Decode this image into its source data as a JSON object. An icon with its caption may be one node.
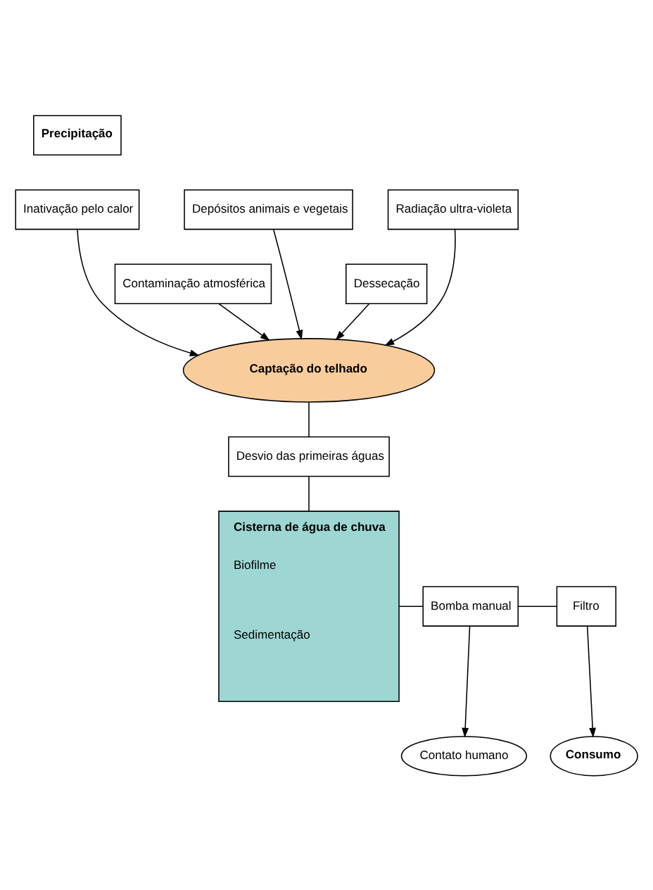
{
  "diagram": {
    "nodes": [
      {
        "text": [
          "Precipitação"
        ]
      },
      {
        "text": [
          "Depósitos animais e vegetais"
        ]
      },
      {
        "text": [
          "Inativação pelo calor"
        ]
      },
      {
        "text": [
          "Radiação ultra-violeta"
        ]
      },
      {
        "text": [
          "Contaminação atmosférica"
        ]
      },
      {
        "text": [
          "Dessecação"
        ]
      },
      {
        "text": [
          "Captação do telhado"
        ]
      },
      {
        "text": [
          "Desvio das primeiras águas"
        ]
      },
      {
        "text": [
          "Cisterna de água de chuva",
          "Biofilme",
          "Sedimentação"
        ]
      },
      {
        "text": [
          "Bomba manual"
        ]
      },
      {
        "text": [
          "Contato humano"
        ]
      },
      {
        "text": [
          "Filtro"
        ]
      },
      {
        "text": [
          "Consumo"
        ]
      }
    ],
    "edges": [
      {
        "from": 1,
        "to": 6,
        "arrow": "to"
      },
      {
        "from": 2,
        "to": 6,
        "arrow": "to"
      },
      {
        "from": 3,
        "to": 6,
        "arrow": "to"
      },
      {
        "from": 4,
        "to": 6,
        "arrow": "to"
      },
      {
        "from": 5,
        "to": 6,
        "arrow": "to"
      },
      {
        "from": 6,
        "to": 7,
        "arrow": "none"
      },
      {
        "from": 7,
        "to": 8,
        "arrow": "none"
      },
      {
        "from": 8,
        "to": 9,
        "arrow": "none"
      },
      {
        "from": 9,
        "to": 10,
        "arrow": "to"
      },
      {
        "from": 9,
        "to": 11,
        "arrow": "none"
      },
      {
        "from": 11,
        "to": 12,
        "arrow": "to"
      }
    ]
  }
}
